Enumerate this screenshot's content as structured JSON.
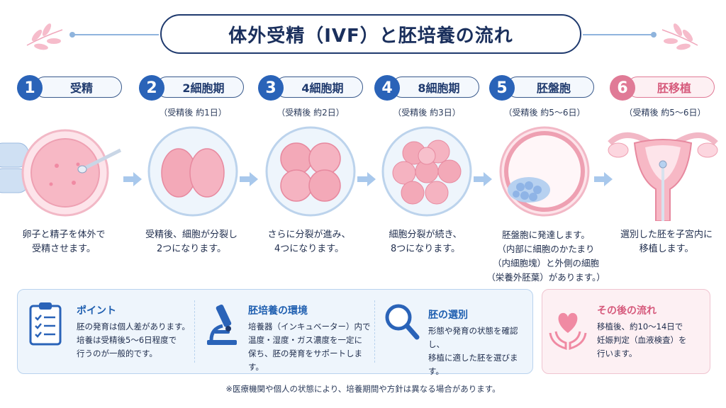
{
  "title": "体外受精（IVF）と胚培養の流れ",
  "steps": [
    {
      "num": "1",
      "label": "受精",
      "sub": "",
      "desc1": "卵子と精子を体外で",
      "desc2": "受精させます。",
      "desc3": "",
      "desc4": ""
    },
    {
      "num": "2",
      "label": "2細胞期",
      "sub": "（受精後 約1日）",
      "desc1": "受精後、細胞が分裂し",
      "desc2": "2つになります。",
      "desc3": "",
      "desc4": ""
    },
    {
      "num": "3",
      "label": "4細胞期",
      "sub": "（受精後 約2日）",
      "desc1": "さらに分裂が進み、",
      "desc2": "4つになります。",
      "desc3": "",
      "desc4": ""
    },
    {
      "num": "4",
      "label": "8細胞期",
      "sub": "（受精後 約3日）",
      "desc1": "細胞分裂が続き、",
      "desc2": "8つになります。",
      "desc3": "",
      "desc4": ""
    },
    {
      "num": "5",
      "label": "胚盤胞",
      "sub": "（受精後 約5〜6日）",
      "desc1": "胚盤胞に発達します。",
      "desc2": "（内部に細胞のかたまり",
      "desc3": "（内細胞塊）と外側の細胞",
      "desc4": "（栄養外胚葉）があります。）"
    },
    {
      "num": "6",
      "label": "胚移植",
      "sub": "（受精後 約5〜6日）",
      "desc1": "選別した胚を子宮内に",
      "desc2": "移植します。",
      "desc3": "",
      "desc4": ""
    }
  ],
  "info": [
    {
      "title": "ポイント",
      "l1": "胚の発育は個人差があります。",
      "l2": "培養は受精後5〜6日程度で",
      "l3": "行うのが一般的です。"
    },
    {
      "title": "胚培養の環境",
      "l1": "培養器（インキュベーター）内で",
      "l2": "温度・湿度・ガス濃度を一定に",
      "l3": "保ち、胚の発育をサポートします。"
    },
    {
      "title": "胚の選別",
      "l1": "形態や発育の状態を確認し、",
      "l2": "移植に適した胚を選びます。",
      "l3": ""
    },
    {
      "title": "その後の流れ",
      "l1": "移植後、約10〜14日で",
      "l2": "妊娠判定（血液検査）を",
      "l3": "行います。"
    }
  ],
  "footnote": "※医療機関や個人の状態により、培養期間や方針は異なる場合があります。",
  "colors": {
    "accent": "#2a63b8",
    "pink": "#e07a96",
    "navy": "#1f3a6e"
  }
}
